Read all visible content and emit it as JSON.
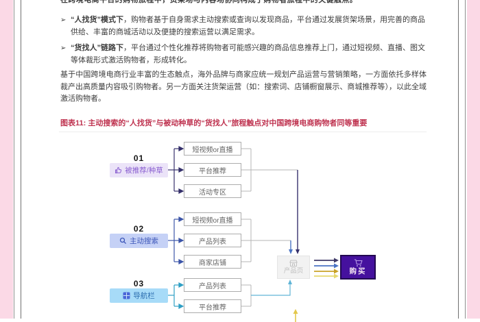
{
  "page": {
    "intro_clipped_line": "在跨境电商平台的购物旅程中，货架场与内容场协同构成了购物者旅程中的关键触点。",
    "bullets": [
      {
        "marker": "➢",
        "lead": "“人找货”模式下",
        "rest": "，购物者基于自身需求主动搜索或查询以发现商品，平台通过发展货架场景，用完善的商品供给、丰富的商城活动以及便捷的搜索运营以满足需求。"
      },
      {
        "marker": "➢",
        "lead": "“货找人”链路下",
        "rest": "，平台通过个性化推荐将购物者可能感兴趣的商品信息推荐上门，通过短视频、直播、图文等体裁形式激活购物者，形成转化。"
      }
    ],
    "paragraph": "基于中国跨境电商行业丰富的生态触点，海外品牌与商家应统一规划产品运营与营销策略，一方面依托多样体裁产出高质量内容吸引购物者。另一方面关注货架运营（如：搜索词、店铺橱窗展示、商城推荐等），以此全域激活购物者。",
    "figure_title": "图表11: 主动搜索的“人找货”与被动种草的“货找人”旅程触点对中国跨境电商购物者同等重要"
  },
  "diagram": {
    "stages": [
      {
        "number": "01",
        "label": "被推荐/种草",
        "icon": "thumbs-up-icon",
        "targets": [
          "短视频or直播",
          "平台推荐",
          "活动专区"
        ]
      },
      {
        "number": "02",
        "label": "主动搜索",
        "icon": "search-icon",
        "targets": [
          "短视频or直播",
          "产品列表",
          "商家店铺"
        ]
      },
      {
        "number": "03",
        "label": "导航栏",
        "icon": "grid-icon",
        "targets": [
          "产品列表",
          "平台推荐"
        ]
      }
    ],
    "product_page_label": "产品页",
    "buy_label": "购买",
    "colors": {
      "page_margin_pink": "#fbd9e6",
      "figure_title_red": "#bf3350",
      "stage1_bg": "#ebe3f8",
      "stage1_fg": "#8a5fd0",
      "stage2_bg": "#c5d1f6",
      "stage2_fg": "#3b55b8",
      "stage3_bg": "#a7dbf8",
      "stage3_fg": "#2b6daf",
      "buy_bg": "#45119e",
      "arrow_navy": "#35306b",
      "arrow_blue": "#4a73c4",
      "arrow_cyan": "#5fb4d6",
      "arrow_gold": "#c9a227",
      "arrow_light_yellow": "#e6d86e",
      "wire_gray": "#b6b6b6"
    }
  }
}
